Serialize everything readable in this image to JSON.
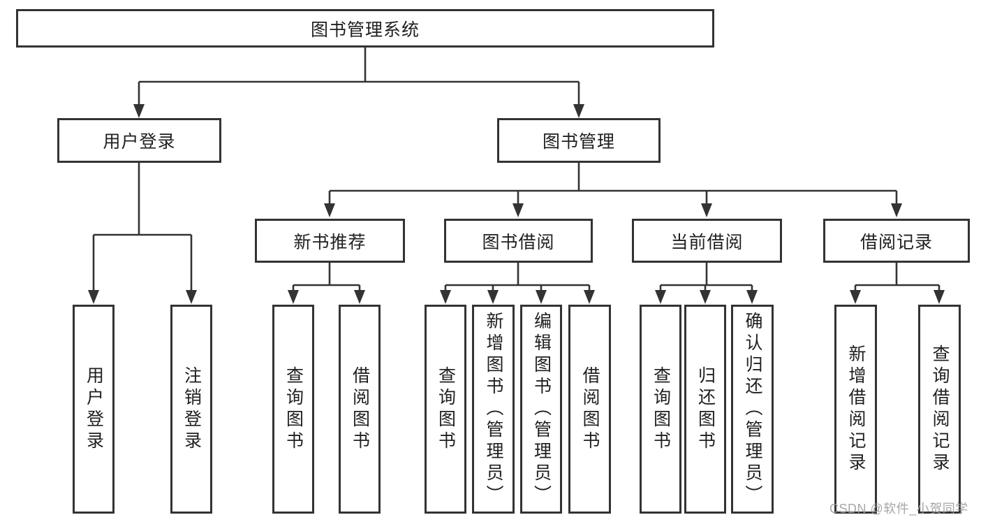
{
  "title": "图书管理系统",
  "level2": [
    {
      "label": "用户登录",
      "children": [
        {
          "label": "用户登录"
        },
        {
          "label": "注销登录"
        }
      ]
    },
    {
      "label": "图书管理"
    }
  ],
  "level3": [
    {
      "label": "新书推荐",
      "children": [
        {
          "label": "查询图书"
        },
        {
          "label": "借阅图书"
        }
      ]
    },
    {
      "label": "图书借阅",
      "children": [
        {
          "label": "查询图书"
        },
        {
          "label": "新增图书（管理员）"
        },
        {
          "label": "编辑图书（管理员）"
        },
        {
          "label": "借阅图书"
        }
      ]
    },
    {
      "label": "当前借阅",
      "children": [
        {
          "label": "查询图书"
        },
        {
          "label": "归还图书"
        },
        {
          "label": "确认归还（管理员）"
        }
      ]
    },
    {
      "label": "借阅记录",
      "children": [
        {
          "label": "新增借阅记录"
        },
        {
          "label": "查询借阅记录"
        }
      ]
    }
  ],
  "watermark": "CSDN @软件_小贺同学",
  "colors": {
    "line": "#333333",
    "text": "#1f1f1f",
    "background": "#ffffff",
    "watermark": "#9e9e9e"
  }
}
